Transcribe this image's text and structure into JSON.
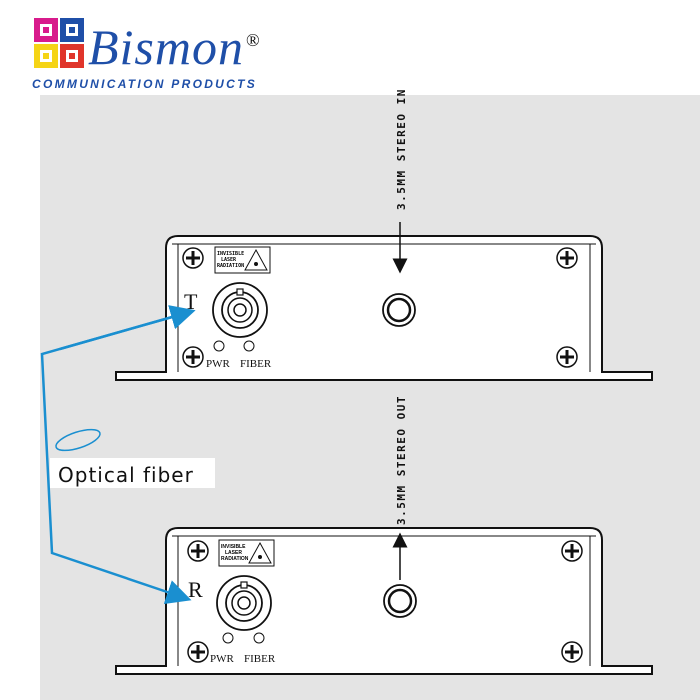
{
  "brand": {
    "name": "Bismon",
    "registered_mark": "®",
    "tagline": "COMMUNICATION PRODUCTS",
    "colors": {
      "blue": "#1f4fa8",
      "magenta": "#d81b8c",
      "yellow": "#f5d416",
      "red": "#e0352b"
    }
  },
  "transmitter": {
    "letter": "T",
    "warning_label": [
      "INVISIBLE",
      "LASER",
      "RADIATION"
    ],
    "led_labels": [
      "PWR",
      "FIBER"
    ],
    "port_label": "3.5MM STEREO IN"
  },
  "receiver": {
    "letter": "R",
    "warning_label": [
      "INVISIBLE",
      "LASER",
      "RADIATION"
    ],
    "led_labels": [
      "PWR",
      "FIBER"
    ],
    "port_label": "3.5MM STEREO OUT"
  },
  "fiber": {
    "label": "Optical fiber",
    "color": "#1a8fd0"
  }
}
